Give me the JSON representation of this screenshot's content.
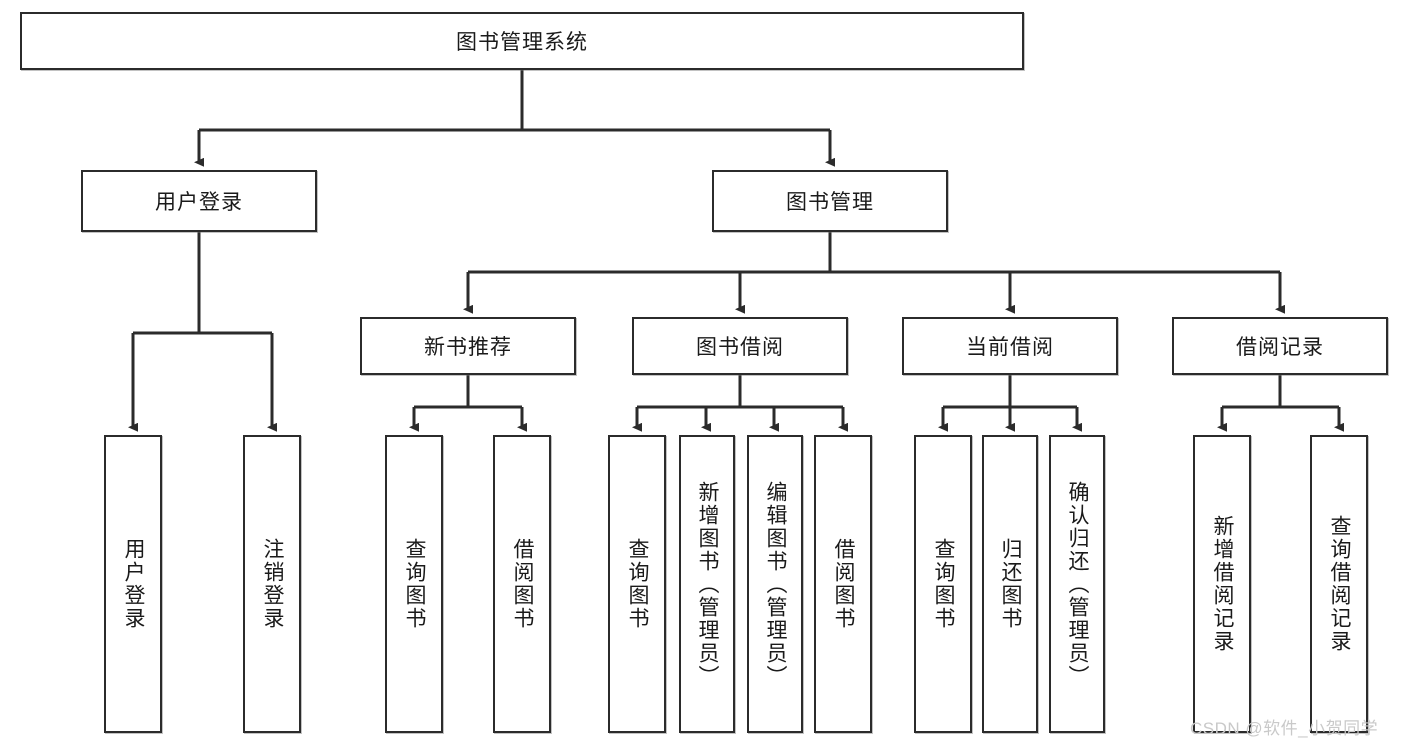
{
  "diagram": {
    "title": "图书管理系统",
    "type": "tree",
    "orientation": "top-down",
    "colors": {
      "box_border": "#2b2b2b",
      "box_fill": "#ffffff",
      "edge": "#2b2b2b",
      "text": "#1a1a1a",
      "watermark": "#c9c9c9",
      "background": "#ffffff"
    },
    "watermark": "CSDN @软件_小贺同学"
  },
  "nodes": {
    "root": {
      "label": "图书管理系统",
      "level": 1
    },
    "level2": [
      {
        "id": "user-login",
        "label": "用户登录",
        "level": 2
      },
      {
        "id": "book-management",
        "label": "图书管理",
        "level": 2
      }
    ],
    "level3": [
      {
        "id": "new-book-recommend",
        "label": "新书推荐",
        "level": 3
      },
      {
        "id": "book-borrow",
        "label": "图书借阅",
        "level": 3
      },
      {
        "id": "current-borrow",
        "label": "当前借阅",
        "level": 3
      },
      {
        "id": "borrow-record",
        "label": "借阅记录",
        "level": 3
      }
    ],
    "leaves": {
      "user_login": [
        {
          "id": "leaf-user-login",
          "label": "用户登录"
        },
        {
          "id": "leaf-user-logout",
          "label": "注销登录"
        }
      ],
      "new_book_recommend": [
        {
          "id": "leaf-query-book-1",
          "label": "查询图书"
        },
        {
          "id": "leaf-borrow-book-1",
          "label": "借阅图书"
        }
      ],
      "book_borrow": [
        {
          "id": "leaf-query-book-2",
          "label": "查询图书"
        },
        {
          "id": "leaf-add-book",
          "label": "新增图书（管理员）"
        },
        {
          "id": "leaf-edit-book",
          "label": "编辑图书（管理员）"
        },
        {
          "id": "leaf-borrow-book-2",
          "label": "借阅图书"
        }
      ],
      "current_borrow": [
        {
          "id": "leaf-query-book-3",
          "label": "查询图书"
        },
        {
          "id": "leaf-return-book",
          "label": "归还图书"
        },
        {
          "id": "leaf-confirm-return",
          "label": "确认归还（管理员）"
        }
      ],
      "borrow_record": [
        {
          "id": "leaf-add-record",
          "label": "新增借阅记录"
        },
        {
          "id": "leaf-query-record",
          "label": "查询借阅记录"
        }
      ]
    }
  }
}
